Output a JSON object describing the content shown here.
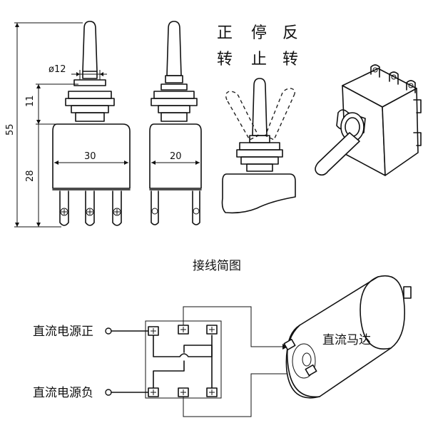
{
  "dimensions": {
    "thread_diameter": "ø12",
    "thread_height": "11",
    "total_height": "55",
    "body_height": "28",
    "body_width": "30",
    "body_depth": "20"
  },
  "positions": {
    "forward_1": "正",
    "forward_2": "转",
    "stop_1": "停",
    "stop_2": "止",
    "reverse_1": "反",
    "reverse_2": "转"
  },
  "wiring": {
    "title": "接线简图",
    "dc_positive": "直流电源正",
    "dc_negative": "直流电源负",
    "motor": "直流马达"
  }
}
